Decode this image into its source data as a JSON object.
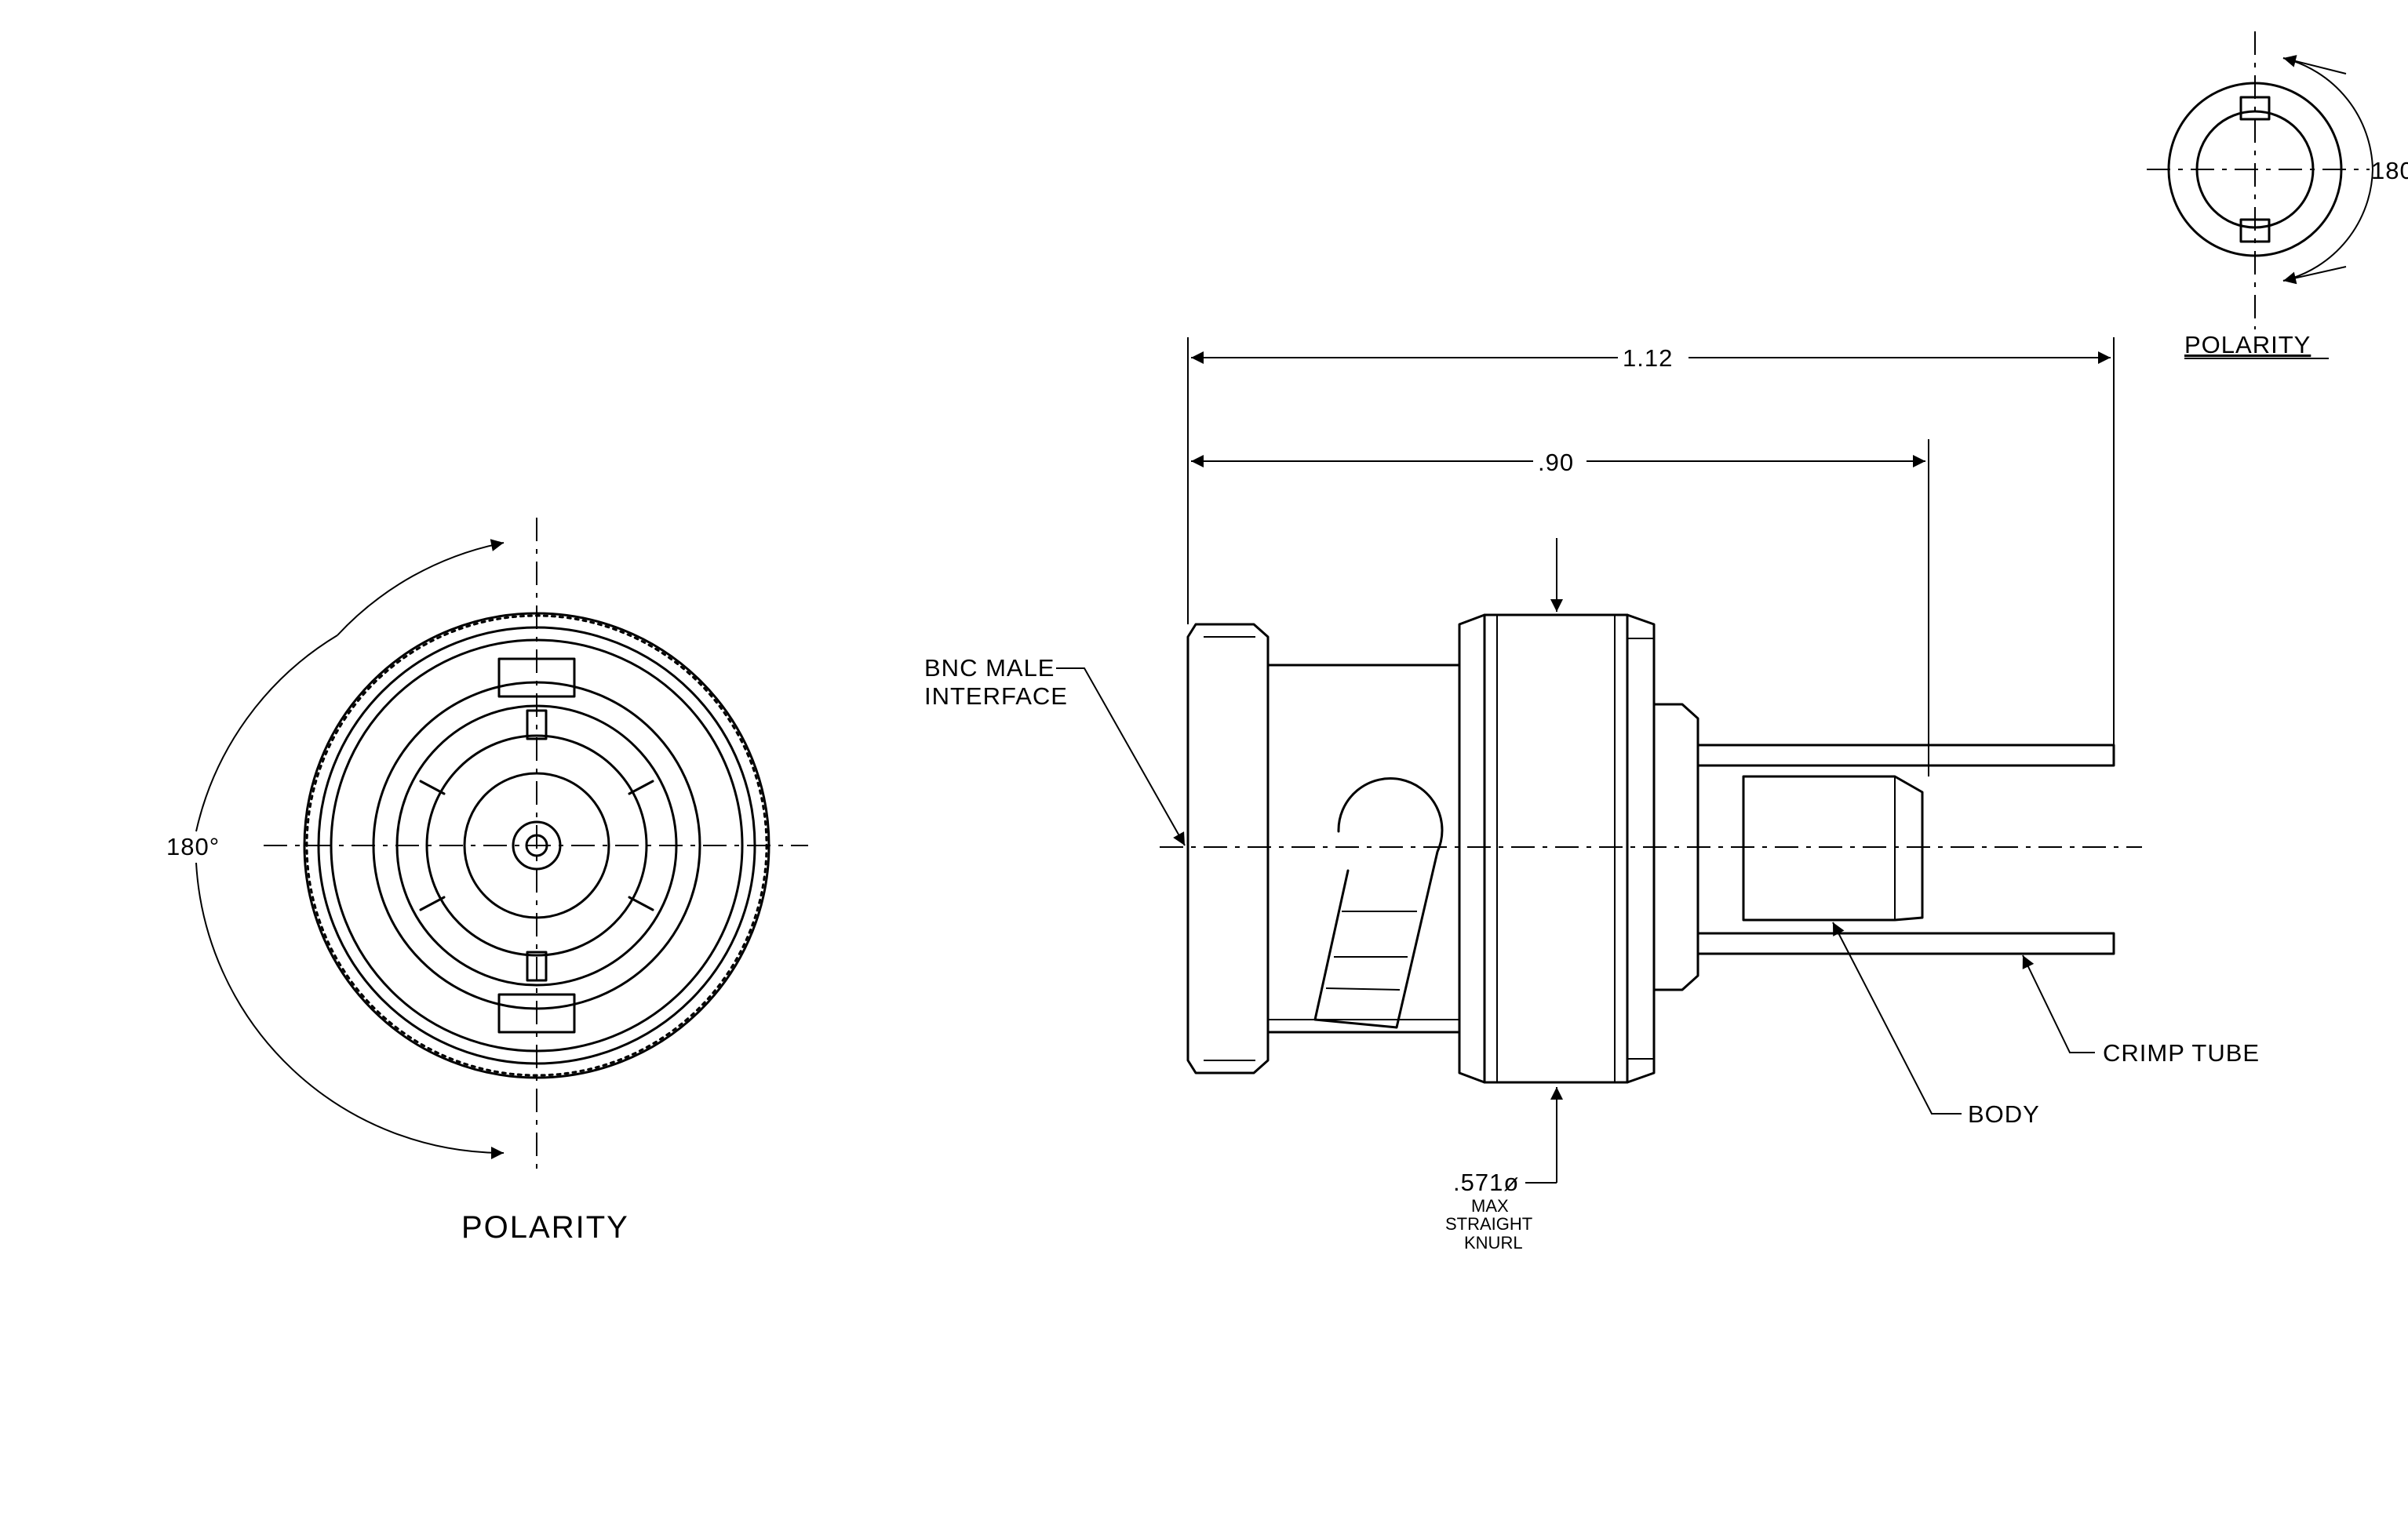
{
  "labels": {
    "polarity_front": "POLARITY",
    "polarity_inset": "POLARITY",
    "angle_front": "180°",
    "angle_inset": "180",
    "dim_overall": "1.12",
    "dim_body": ".90",
    "interface_line1": "BNC MALE",
    "interface_line2": "INTERFACE",
    "knurl_dim": ".571ø",
    "knurl_max": "MAX",
    "knurl_straight": "STRAIGHT",
    "knurl_knurl": "KNURL",
    "crimp_tube": "CRIMP TUBE",
    "body": "BODY"
  }
}
